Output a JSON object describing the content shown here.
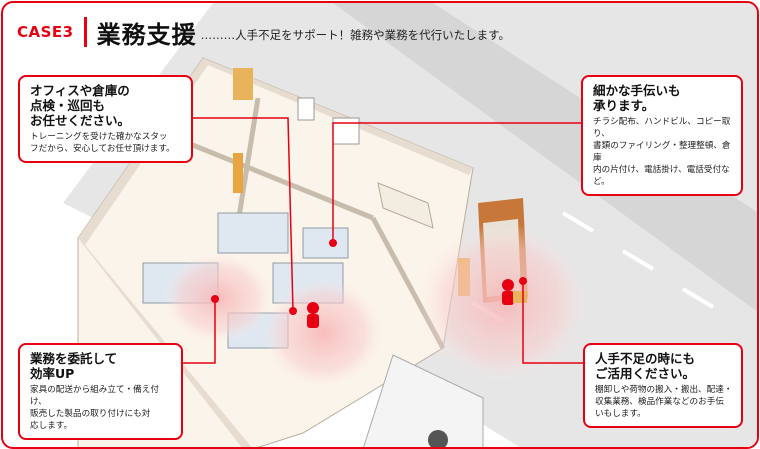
{
  "header": {
    "case_label": "CASE3",
    "title": "業務支援",
    "lead": "………人手不足をサポート！雑務や業務を代行いたします。"
  },
  "callouts": {
    "inspection": {
      "head": [
        "オフィスや倉庫の",
        "点検・巡回も",
        "お任せください。"
      ],
      "body": [
        "トレーニングを受けた確かなスタッ",
        "フだから、安心してお任せ頂けます。"
      ]
    },
    "tasks": {
      "head": [
        "細かな手伝いも",
        "承ります。"
      ],
      "body": [
        "チラシ配布、ハンドビル、コピー取り、",
        "書類のファイリング・整理整頓、倉庫",
        "内の片付け、電話掛け、電話受付など。"
      ]
    },
    "delivery": {
      "head": [
        "業務を委託して",
        "効率UP"
      ],
      "body": [
        "家具の配送から組み立て・備え付け、",
        "販売した製品の取り付けにも対",
        "応します。"
      ]
    },
    "shortage": {
      "head": [
        "人手不足の時にも",
        "ご活用ください。"
      ],
      "body": [
        "棚卸しや荷物の搬入・搬出、配達・",
        "収集業務、検品作業などのお手伝",
        "いもします。"
      ]
    }
  },
  "colors": {
    "accent": "#e60012",
    "road": "#e4e4e4",
    "floor": "#fbf4ea",
    "wall": "#e6dccf"
  }
}
